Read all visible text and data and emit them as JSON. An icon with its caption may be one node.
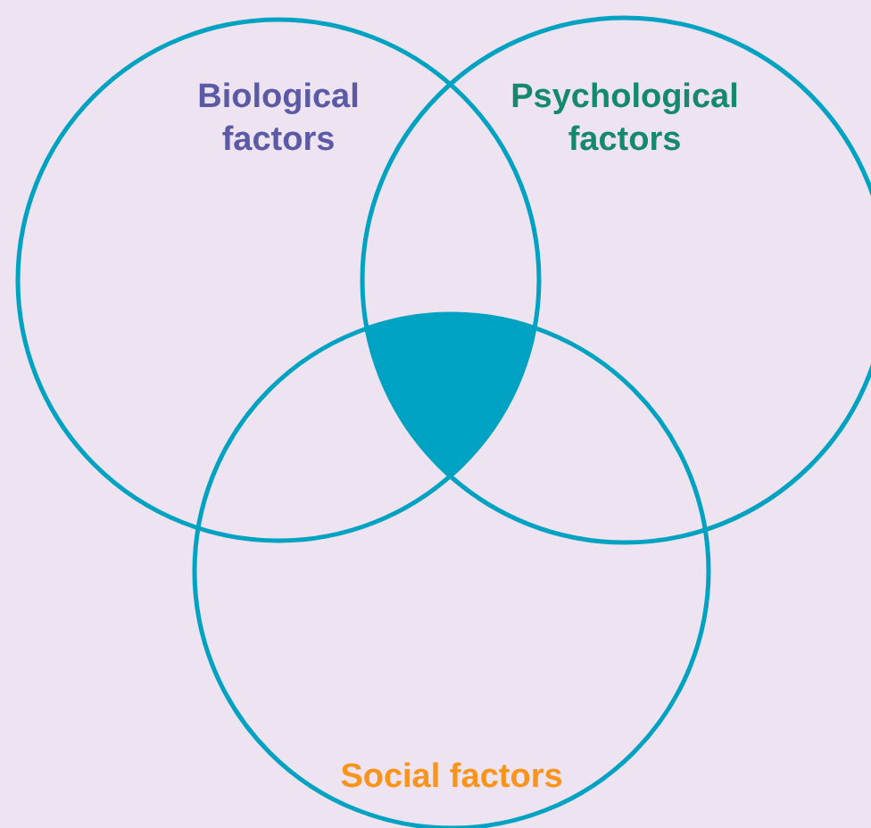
{
  "diagram": {
    "nodes": [
      {
        "text": [
          "Biological factors"
        ]
      },
      {
        "text": [
          "Psychological factors"
        ]
      },
      {
        "text": [],
        "shape": "region"
      },
      {
        "text": [
          "Social factors"
        ]
      }
    ]
  }
}
